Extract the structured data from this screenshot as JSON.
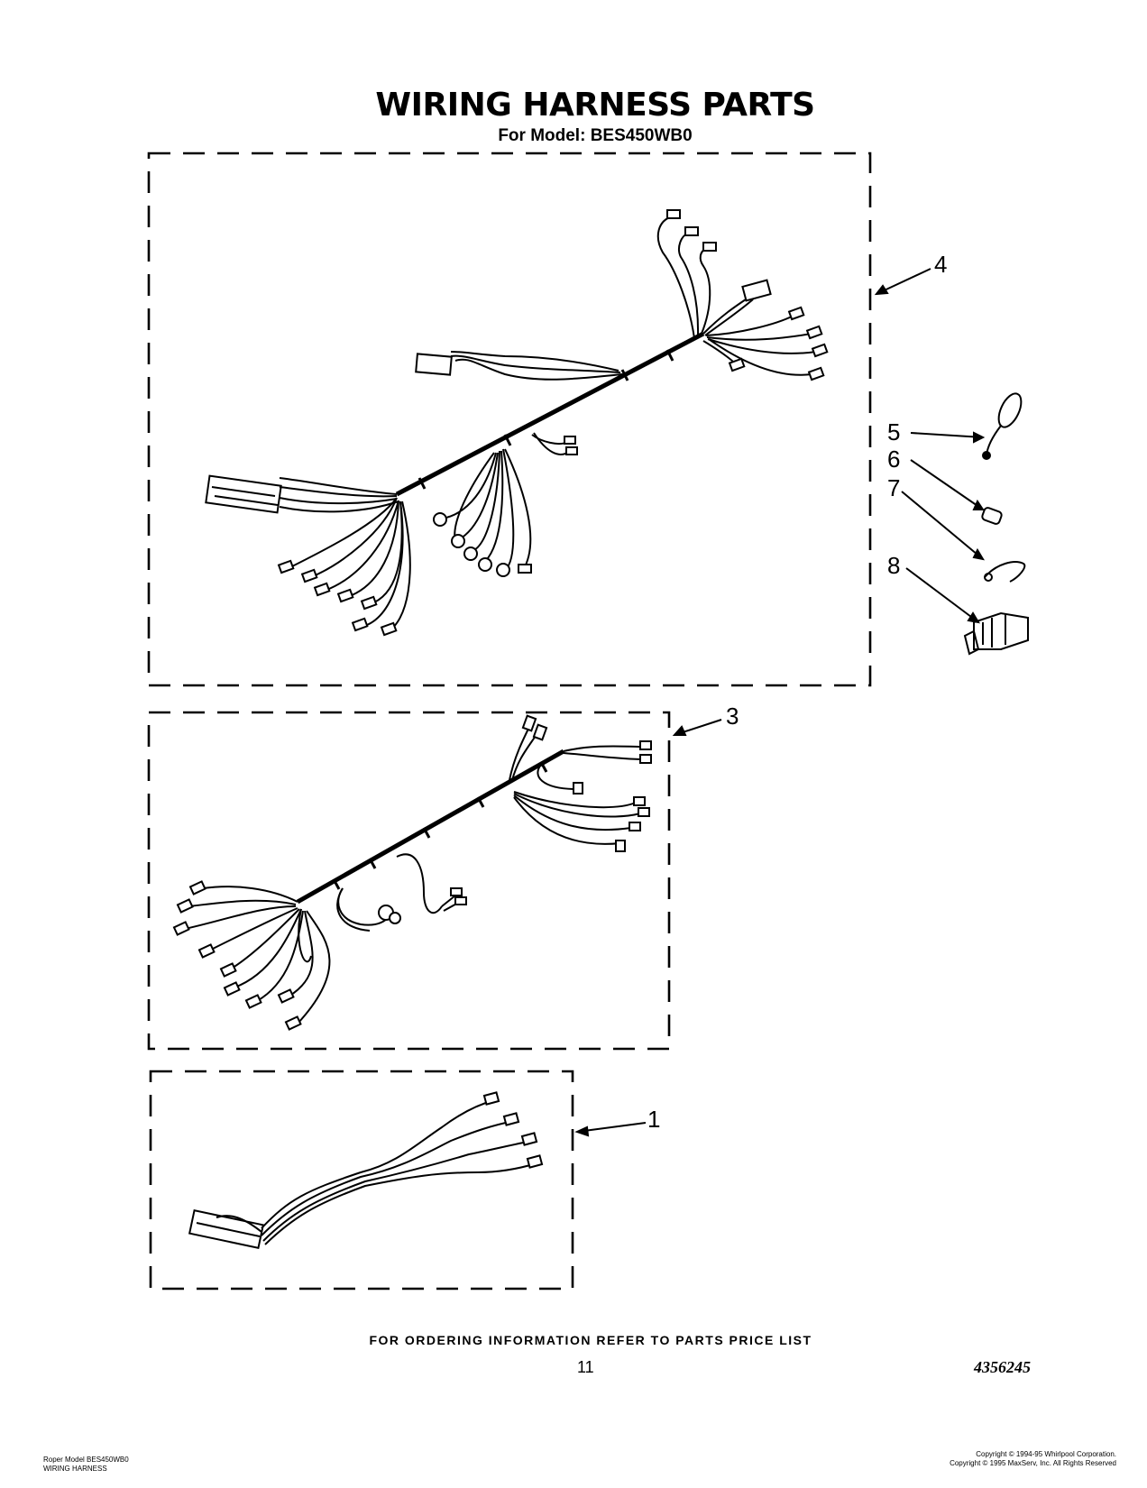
{
  "header": {
    "title": "WIRING HARNESS PARTS",
    "subtitle": "For Model: BES450WB0"
  },
  "callouts": {
    "c1": "1",
    "c3": "3",
    "c4": "4",
    "c5": "5",
    "c6": "6",
    "c7": "7",
    "c8": "8"
  },
  "footer": {
    "ordering_note": "FOR ORDERING INFORMATION REFER TO PARTS PRICE LIST",
    "page_number": "11",
    "part_number": "4356245",
    "model_line1": "Roper Model BES450WB0",
    "model_line2": "WIRING HARNESS",
    "copyright_line1": "Copyright © 1994-95 Whirlpool Corporation.",
    "copyright_line2": "Copyright © 1995 MaxServ, Inc. All Rights Reserved"
  }
}
